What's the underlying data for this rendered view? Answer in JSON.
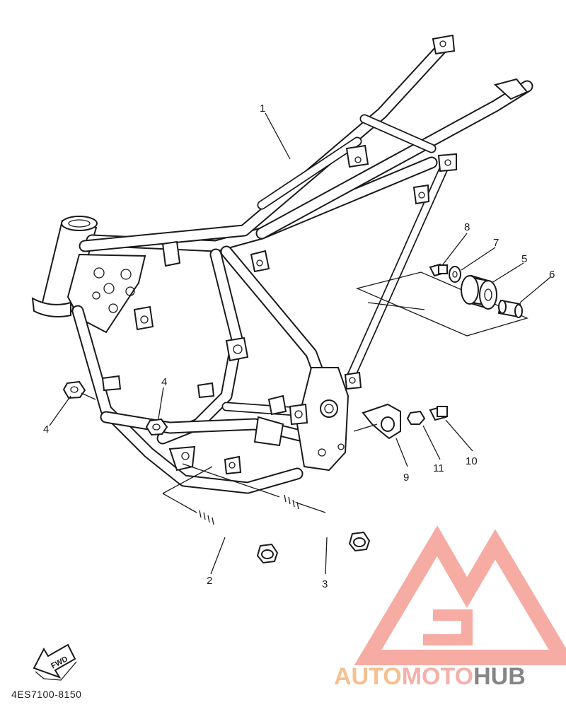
{
  "diagram": {
    "part_labels": [
      {
        "id": "p1",
        "text": "1"
      },
      {
        "id": "p2",
        "text": "2"
      },
      {
        "id": "p3",
        "text": "3"
      },
      {
        "id": "p4a",
        "text": "4"
      },
      {
        "id": "p4b",
        "text": "4"
      },
      {
        "id": "p5",
        "text": "5"
      },
      {
        "id": "p6",
        "text": "6"
      },
      {
        "id": "p7",
        "text": "7"
      },
      {
        "id": "p8",
        "text": "8"
      },
      {
        "id": "p9",
        "text": "9"
      },
      {
        "id": "p10",
        "text": "10"
      },
      {
        "id": "p11",
        "text": "11"
      }
    ],
    "direction_label": "FWD",
    "diagram_code": "4ES7100-8150"
  },
  "watermark": {
    "text_part1": "AUTO",
    "text_part2": "MOTO",
    "text_part3": "HUB",
    "color1": "#f5b67c",
    "color2": "#f4a39c",
    "color3": "#707070",
    "logo_color": "#f59d94"
  }
}
